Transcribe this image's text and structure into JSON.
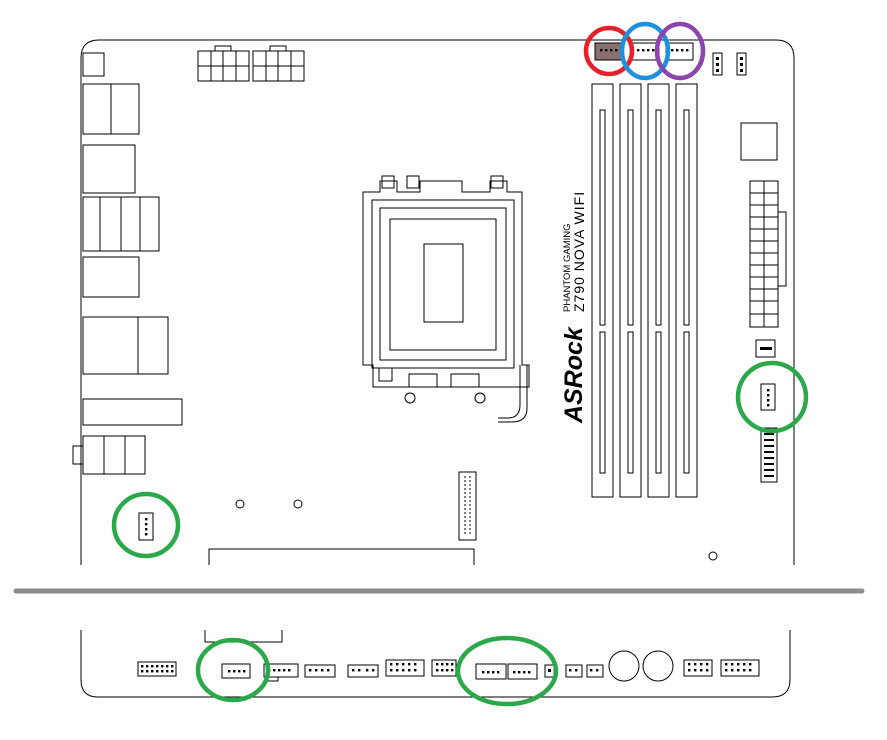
{
  "board": {
    "brand": "ASRock",
    "series": "PHANTOM GAMING",
    "model": "Z790 NOVA WIFI"
  },
  "highlights": {
    "cpu_fan_color": "#e8202a",
    "cpu_opt_fan_color": "#1e90e0",
    "aio_pump_color": "#8e44ad",
    "chassis_fan_color": "#2aa84a"
  },
  "separator_color": "#8c8c8c"
}
